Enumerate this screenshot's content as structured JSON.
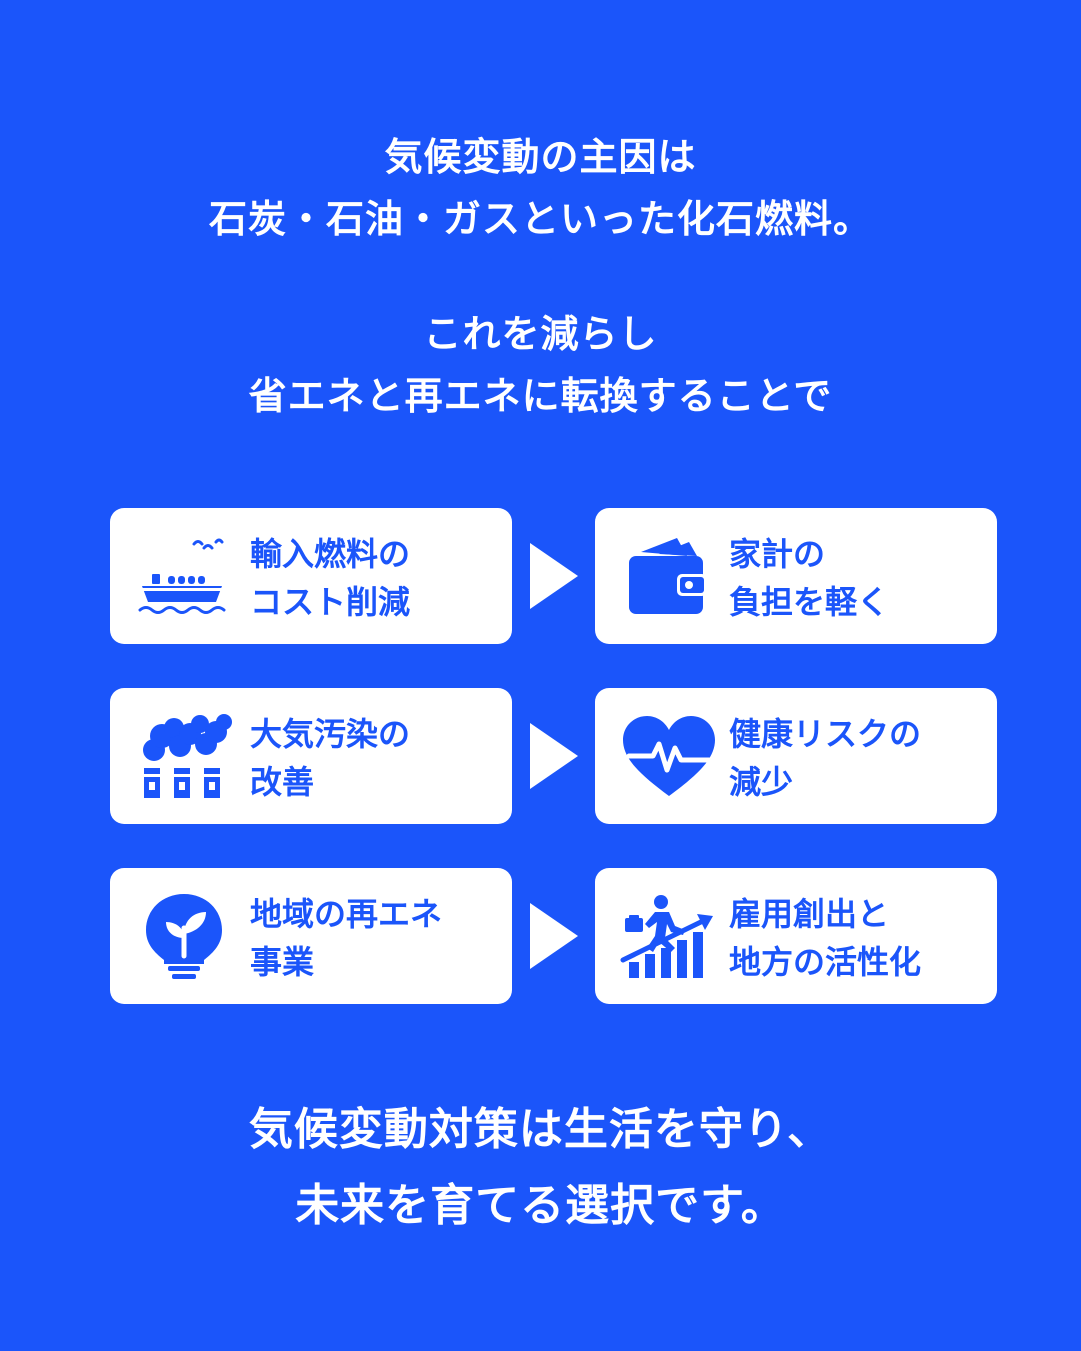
{
  "intro": {
    "line1": "気候変動の主因は",
    "line2": "石炭・石油・ガスといった化石燃料。"
  },
  "middle": {
    "line1": "これを減らし",
    "line2": "省エネと再エネに転換することで"
  },
  "rows": [
    {
      "left": {
        "icon": "cargo-ship-icon",
        "line1": "輸入燃料の",
        "line2": "コスト削減"
      },
      "right": {
        "icon": "wallet-icon",
        "line1": "家計の",
        "line2": "負担を軽く"
      }
    },
    {
      "left": {
        "icon": "factory-smoke-icon",
        "line1": "大気汚染の",
        "line2": "改善"
      },
      "right": {
        "icon": "heart-pulse-icon",
        "line1": "健康リスクの",
        "line2": "減少"
      }
    },
    {
      "left": {
        "icon": "lightbulb-sprout-icon",
        "line1": "地域の再エネ",
        "line2": "事業"
      },
      "right": {
        "icon": "businessman-growth-icon",
        "line1": "雇用創出と",
        "line2": "地方の活性化"
      }
    }
  ],
  "closing": {
    "line1": "気候変動対策は生活を守り、",
    "line2": "未来を育てる選択です。"
  },
  "colors": {
    "background": "#1b55fa",
    "card": "#ffffff",
    "accent": "#1b55fa"
  }
}
